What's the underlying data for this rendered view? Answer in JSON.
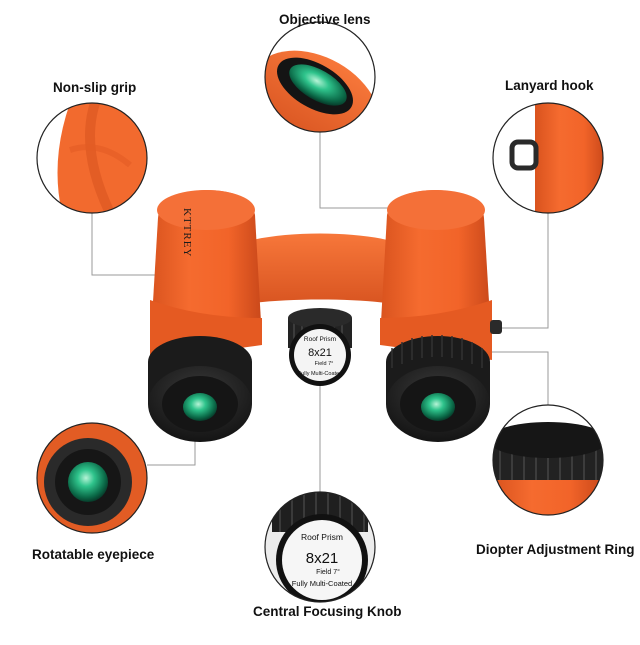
{
  "brand": "KTTREY",
  "knob": {
    "line1": "Roof Prism",
    "line2": "8x21",
    "line3": "Field 7°",
    "line4": "Fully Multi-Coated"
  },
  "labels": {
    "objective_lens": "Objective lens",
    "non_slip_grip": "Non-slip grip",
    "lanyard_hook": "Lanyard hook",
    "rotatable_eyepiece": "Rotatable eyepiece",
    "diopter_ring": "Diopter Adjustment Ring",
    "focus_knob": "Central Focusing Knob"
  },
  "colors": {
    "body_orange": "#f0642a",
    "rubber_black": "#1c1c1c",
    "lens_green": "#1fb07a"
  }
}
